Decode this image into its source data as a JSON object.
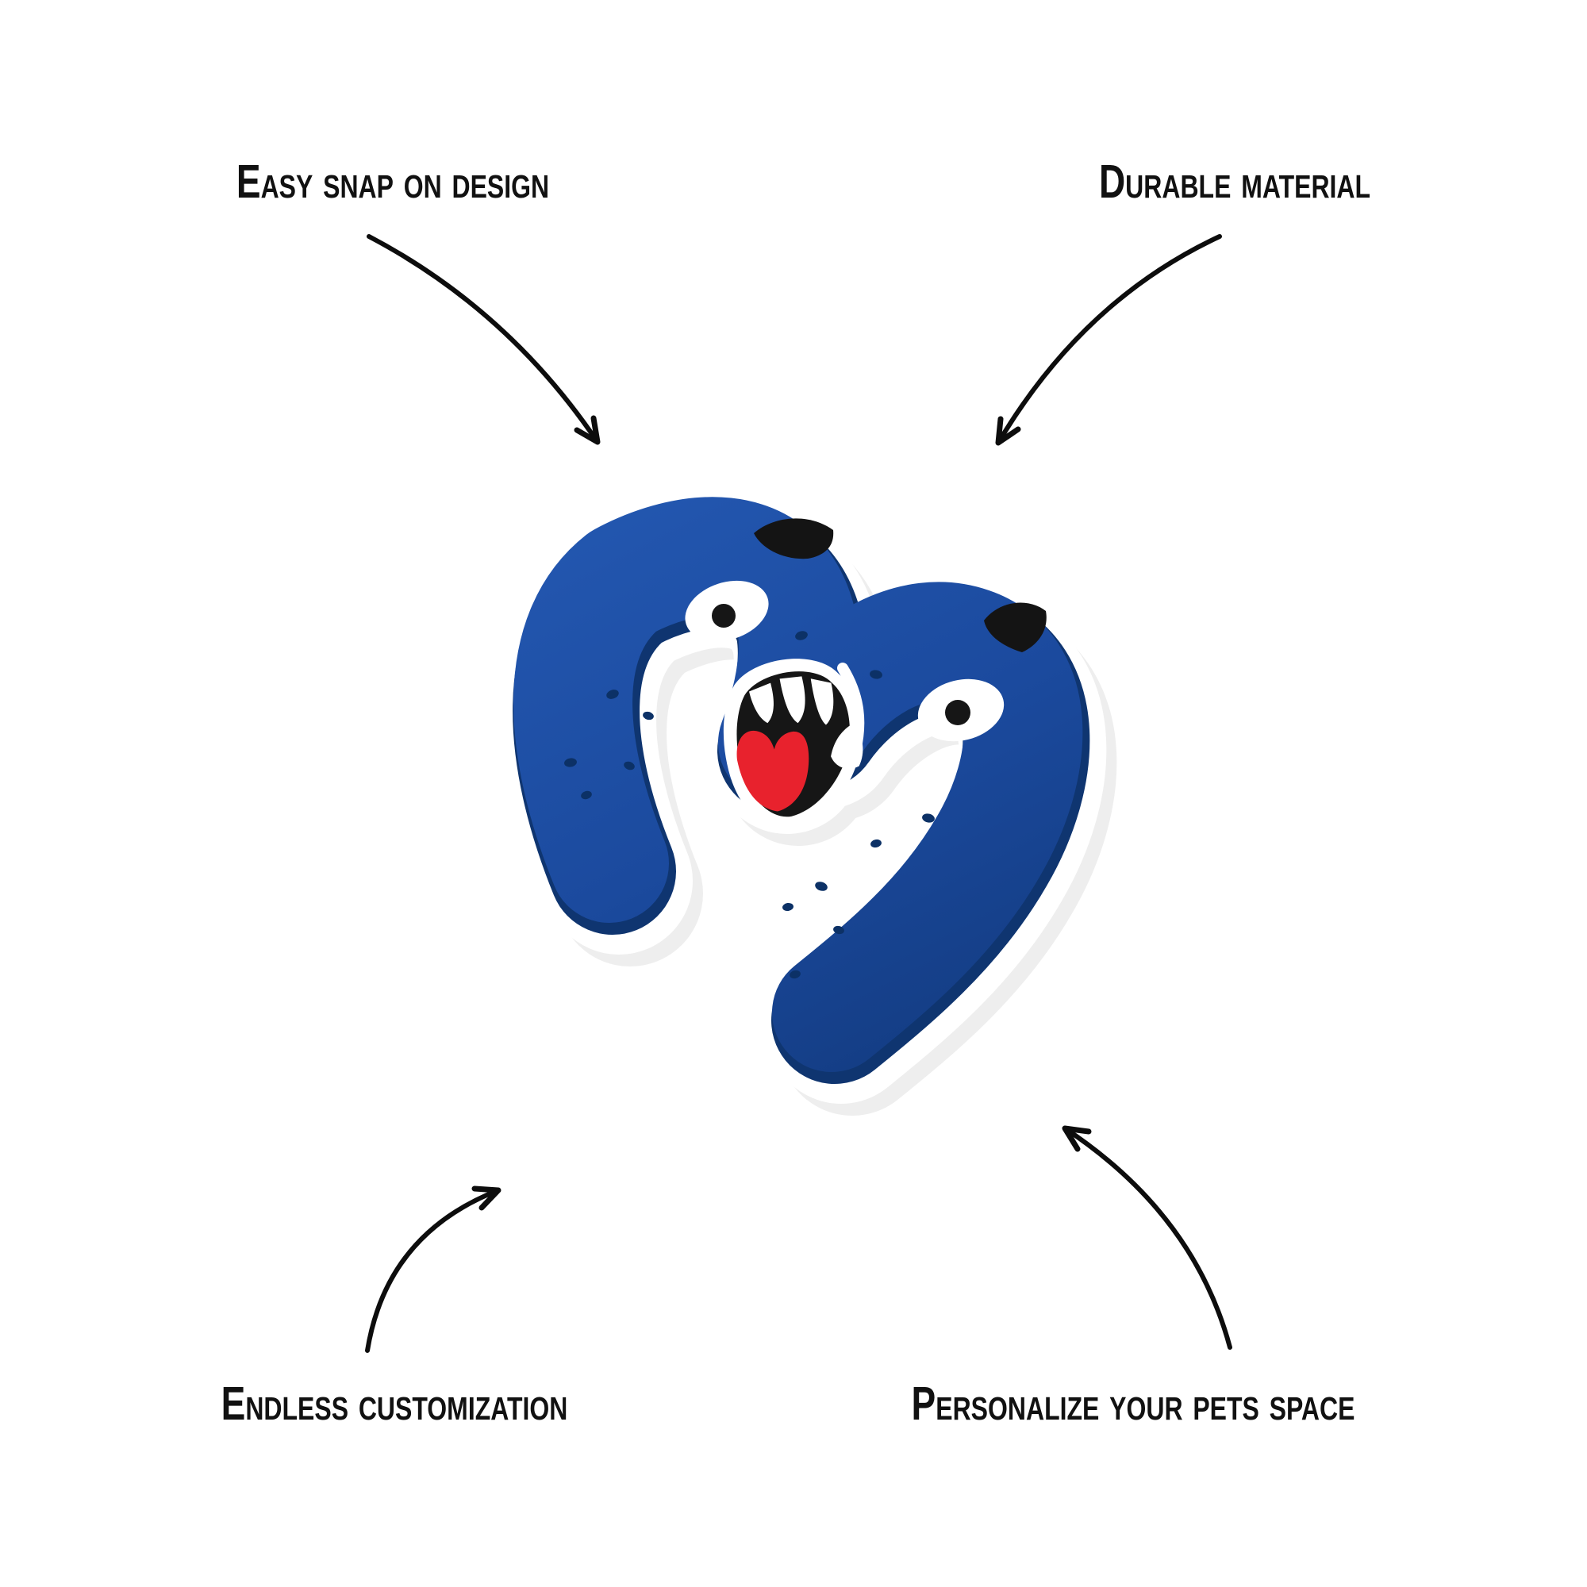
{
  "page": {
    "background_color": "#ffffff",
    "text_color": "#111111"
  },
  "annotations": {
    "top_left": {
      "label": "Easy snap on design"
    },
    "top_right": {
      "label": "Durable material"
    },
    "bottom_left": {
      "label": "Endless customization"
    },
    "bottom_right": {
      "label": "Personalize your pets space"
    }
  },
  "arrows": {
    "color": "#0d0d0d",
    "description": "four curved hand-drawn arrows pointing from each label toward the central charm"
  },
  "product": {
    "description": "Blue rubber letter-shaped charm with cartoon monster face: two angry black eyebrows, two white googly eyes, open mouth with white teeth and red tongue, on a white backing",
    "letter_shape": "N",
    "colors": {
      "body_bright": "#2357b0",
      "body_mid": "#1b4a9e",
      "body_dark": "#123a7e",
      "side_edge": "#0f3570",
      "backing": "#ffffff",
      "backing_shadow": "#cfcfcf",
      "speckle": "#0c3166",
      "eye_white": "#ffffff",
      "pupil": "#161616",
      "eyebrow": "#141414",
      "mouth_interior": "#161616",
      "teeth": "#ffffff",
      "tongue": "#e8222d"
    }
  }
}
